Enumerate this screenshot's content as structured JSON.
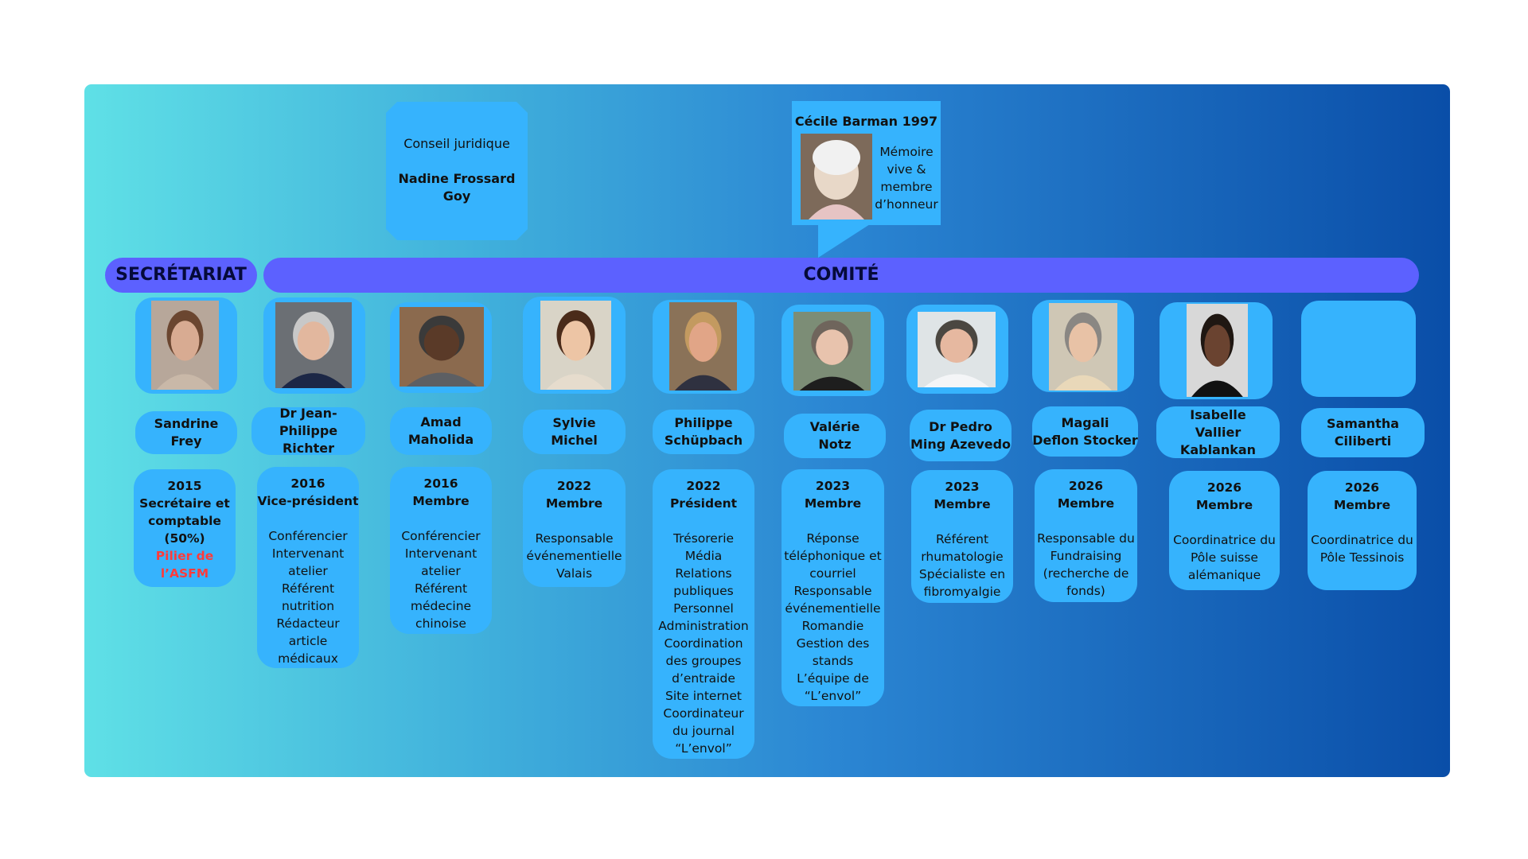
{
  "conseil": {
    "role": "Conseil juridique",
    "name": "Nadine Frossard Goy"
  },
  "honneur": {
    "title": "Cécile Barman 1997",
    "desc": "Mémoire vive & membre d’honneur"
  },
  "bars": {
    "secretariat": "SECRÉTARIAT",
    "comite": "COMITÉ"
  },
  "members": [
    {
      "name": [
        "Sandrine",
        "Frey"
      ],
      "year": "2015",
      "role": [
        "Secrétaire et",
        "comptable",
        "(50%)"
      ],
      "details": [],
      "highlight": [
        "Pilier de",
        "l’ASFM"
      ]
    },
    {
      "name": [
        "Dr Jean-Philippe",
        "Richter"
      ],
      "year": "2016",
      "role": [
        "Vice-président"
      ],
      "details": [
        "Conférencier",
        "Intervenant",
        "atelier",
        "Référent",
        "nutrition",
        "Rédacteur",
        "article",
        "médicaux"
      ],
      "highlight": []
    },
    {
      "name": [
        "Amad",
        "Maholida"
      ],
      "year": "2016",
      "role": [
        "Membre"
      ],
      "details": [
        "Conférencier",
        "Intervenant",
        "atelier",
        "Référent",
        "médecine",
        "chinoise"
      ],
      "highlight": []
    },
    {
      "name": [
        "Sylvie",
        "Michel"
      ],
      "year": "2022",
      "role": [
        "Membre"
      ],
      "details": [
        "Responsable",
        "événementielle",
        "Valais"
      ],
      "highlight": []
    },
    {
      "name": [
        "Philippe",
        "Schüpbach"
      ],
      "year": "2022",
      "role": [
        "Président"
      ],
      "details": [
        "Trésorerie",
        "Média",
        "Relations",
        "publiques",
        "Personnel",
        "Administration",
        "Coordination",
        "des groupes",
        "d’entraide",
        "Site internet",
        "Coordinateur",
        "du journal",
        "“L’envol”"
      ],
      "highlight": []
    },
    {
      "name": [
        "Valérie",
        "Notz"
      ],
      "year": "2023",
      "role": [
        "Membre"
      ],
      "details": [
        "Réponse",
        "téléphonique et",
        "courriel",
        "Responsable",
        "événementielle",
        "Romandie",
        "Gestion des",
        "stands",
        "L’équipe de",
        "“L’envol”"
      ],
      "highlight": []
    },
    {
      "name": [
        "Dr Pedro",
        "Ming Azevedo"
      ],
      "year": "2023",
      "role": [
        "Membre"
      ],
      "details": [
        "Référent",
        "rhumatologie",
        "Spécialiste en",
        "fibromyalgie"
      ],
      "highlight": []
    },
    {
      "name": [
        "Magali",
        "Deflon Stocker"
      ],
      "year": "2026",
      "role": [
        "Membre"
      ],
      "details": [
        "Responsable du",
        "Fundraising",
        "(recherche de",
        "fonds)"
      ],
      "highlight": []
    },
    {
      "name": [
        "Isabelle",
        "Vallier Kablankan"
      ],
      "year": "2026",
      "role": [
        "Membre"
      ],
      "details": [
        "Coordinatrice du",
        "Pôle suisse",
        "alémanique"
      ],
      "highlight": []
    },
    {
      "name": [
        "Samantha",
        "Ciliberti"
      ],
      "year": "2026",
      "role": [
        "Membre"
      ],
      "details": [
        "Coordinatrice du",
        "Pôle Tessinois"
      ],
      "highlight": []
    }
  ]
}
